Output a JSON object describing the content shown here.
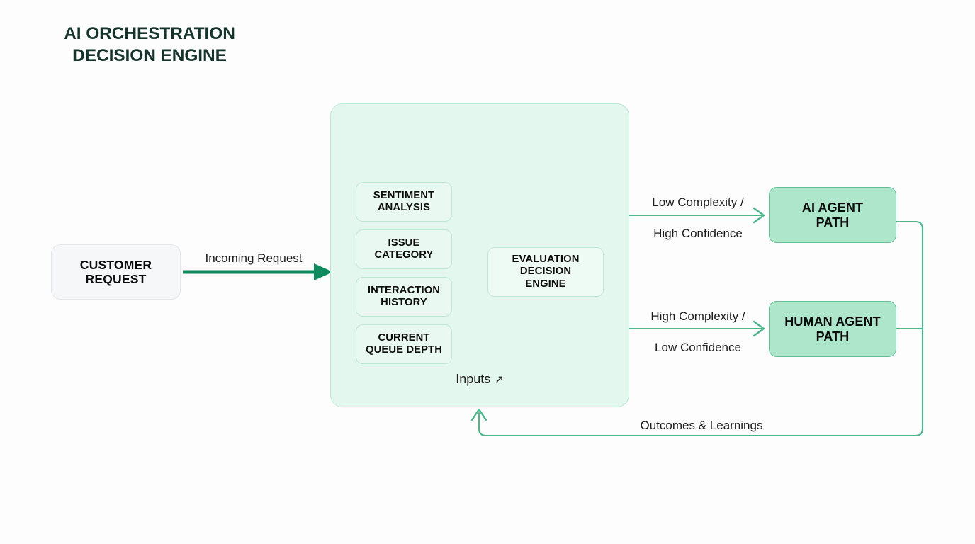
{
  "theme": {
    "background": "#fdfdfd",
    "container_fill": "#e4f7ee",
    "container_border": "#bde9d4",
    "chip_fill": "#e9f9f1",
    "chip_border": "#bfe8d3",
    "path_fill": "#aee6cc",
    "path_border": "#62bf96",
    "wire_green": "#4cb78a",
    "thick_arrow_green": "#0f8a5f",
    "title_color": "#16342b",
    "text_color": "#0c0c0c",
    "request_fill": "#f5f7f9",
    "request_border": "#e2e8ec"
  },
  "source": {
    "label": "CUSTOMER\nREQUEST",
    "line1": "CUSTOMER",
    "line2": "REQUEST"
  },
  "engine": {
    "title_line1": "AI ORCHESTRATION",
    "title_line2": "DECISION ENGINE",
    "inputs_caption": "Inputs",
    "inputs_caption_icon": "↗",
    "inputs": [
      {
        "line1": "SENTIMENT",
        "line2": "ANALYSIS"
      },
      {
        "line1": "ISSUE",
        "line2": "CATEGORY"
      },
      {
        "line1": "INTERACTION",
        "line2": "HISTORY"
      },
      {
        "line1": "CURRENT",
        "line2": "QUEUE DEPTH"
      }
    ],
    "evaluation": {
      "line1": "EVALUATION",
      "line2": "DECISION",
      "line3": "ENGINE"
    }
  },
  "paths": [
    {
      "id": "ai-agent",
      "line1": "AI AGENT",
      "line2": "PATH",
      "condition_line1": "Low Complexity /",
      "condition_line2": "High Confidence"
    },
    {
      "id": "human-agent",
      "line1": "HUMAN AGENT",
      "line2": "PATH",
      "condition_line1": "High Complexity /",
      "condition_line2": "Low Confidence"
    }
  ],
  "edges": {
    "incoming_request": "Incoming Request",
    "feedback": "Outcomes & Learnings"
  }
}
